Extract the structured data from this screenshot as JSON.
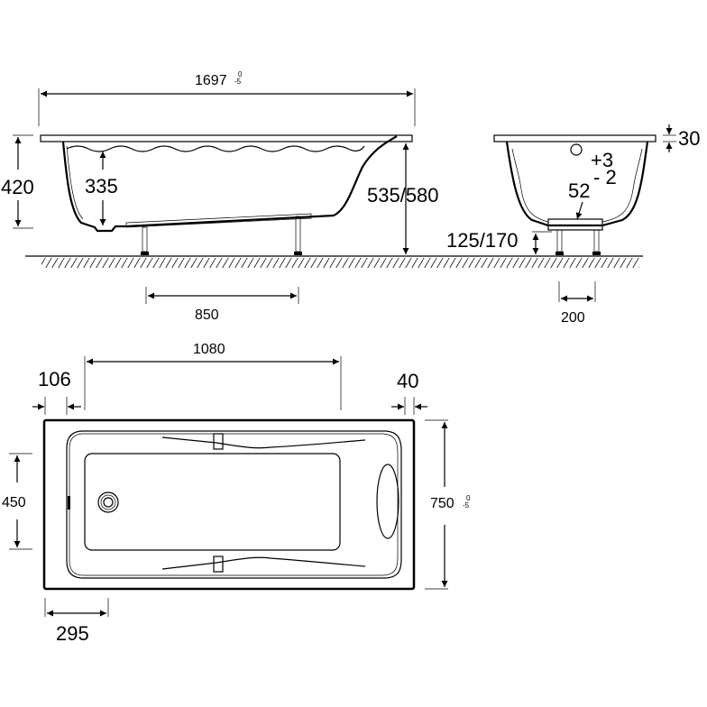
{
  "side_view": {
    "length": "1697",
    "length_tol_upper": "0",
    "length_tol_lower": "-5",
    "height_rim": "420",
    "depth_water": "335",
    "height_total": "535/580",
    "leg_spacing": "850"
  },
  "end_view": {
    "rim_thickness": "30",
    "drain_tol_upper": "+3",
    "drain_tol_lower": "- 2",
    "drain_size": "52",
    "leg_height": "125/170",
    "leg_spacing": "200"
  },
  "top_view": {
    "inner_length": "1080",
    "offset_left": "106",
    "offset_right": "40",
    "bottom_width": "450",
    "width": "750",
    "width_tol_upper": "0",
    "width_tol_lower": "-5",
    "drain_offset": "295"
  }
}
